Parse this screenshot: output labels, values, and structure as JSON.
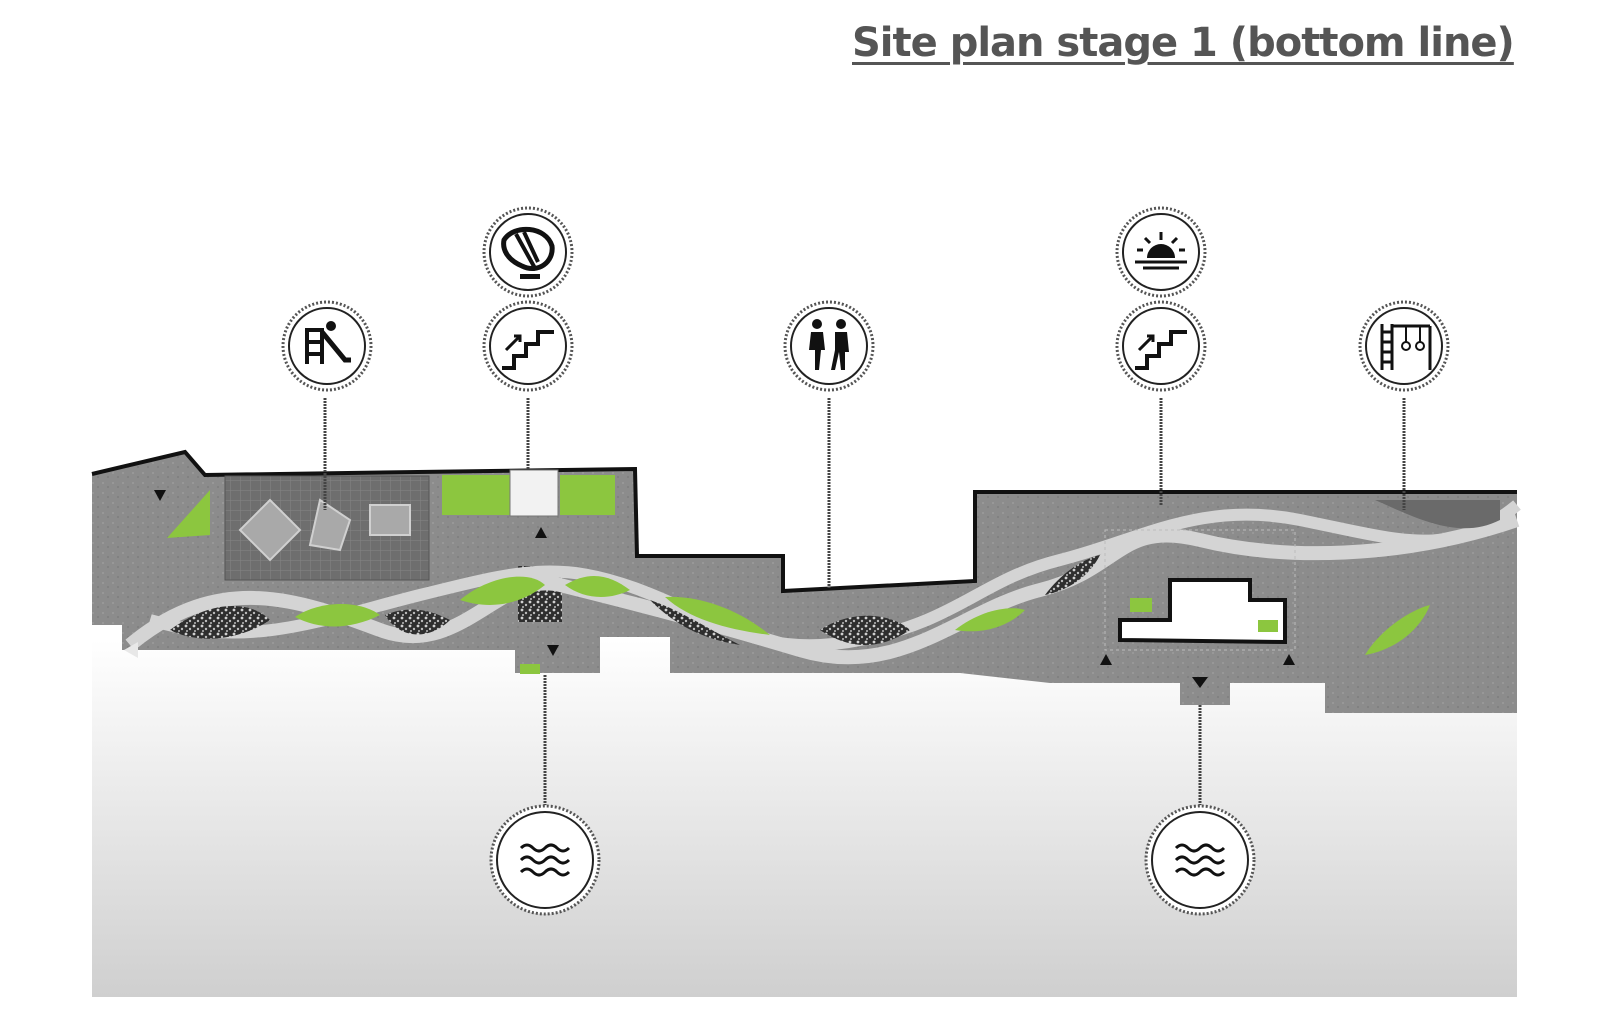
{
  "page": {
    "title": "Site plan stage 1 (bottom line)"
  },
  "colors": {
    "title": "#555555",
    "ground": "#8f8f8f",
    "path": "#d4d4d4",
    "grass": "#8cc63f",
    "gravel": "#3a3a3a",
    "water_light": "#f2f2f2",
    "water_dark": "#c8c8c8",
    "outline": "#111111"
  },
  "markers": [
    {
      "icon": "playground-slide-icon",
      "label": "Playground"
    },
    {
      "icon": "sculpture-icon",
      "label": "Sculpture"
    },
    {
      "icon": "stairs-up-icon",
      "label": "Stairs"
    },
    {
      "icon": "pedestrians-icon",
      "label": "Pedestrian walk"
    },
    {
      "icon": "sunset-icon",
      "label": "Viewpoint"
    },
    {
      "icon": "stairs-up-icon",
      "label": "Stairs"
    },
    {
      "icon": "monkey-bars-icon",
      "label": "Workout area"
    },
    {
      "icon": "waves-icon",
      "label": "Water access"
    },
    {
      "icon": "waves-icon",
      "label": "Water access"
    }
  ]
}
